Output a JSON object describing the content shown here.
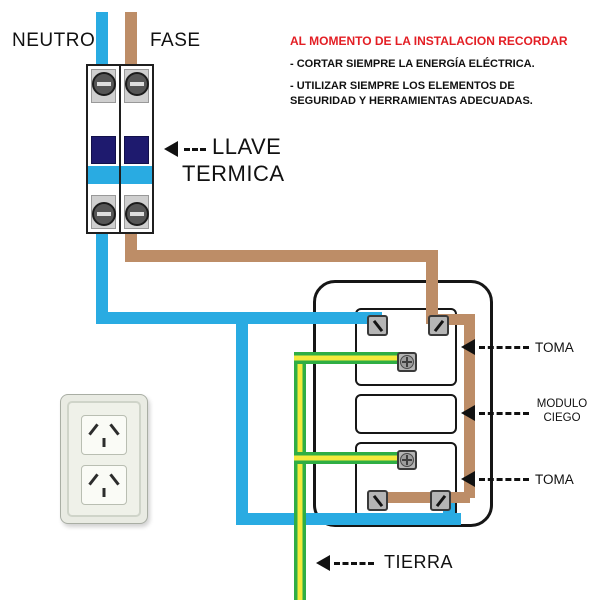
{
  "labels": {
    "neutro": "NEUTRO",
    "fase": "FASE",
    "breaker_line1": "LLAVE",
    "breaker_line2": "TERMICA",
    "tierra": "TIERRA"
  },
  "warning": {
    "title": "AL MOMENTO DE LA INSTALACION RECORDAR",
    "items": [
      "- CORTAR SIEMPRE LA ENERGÍA ELÉCTRICA.",
      "- UTILIZAR SIEMPRE LOS ELEMENTOS DE SEGURIDAD Y HERRAMIENTAS ADECUADAS."
    ]
  },
  "callouts": {
    "toma_top": "TOMA",
    "modulo_line1": "MODULO",
    "modulo_line2": "CIEGO",
    "toma_bottom": "TOMA"
  },
  "colors": {
    "neutral_blue": "#29abe2",
    "fase_brown": "#bd8d67",
    "tierra_green": "#2fae44",
    "tierra_yellow": "#f4ea3c",
    "toggle_navy": "#1e1a6e",
    "warning_red": "#e31e24"
  }
}
